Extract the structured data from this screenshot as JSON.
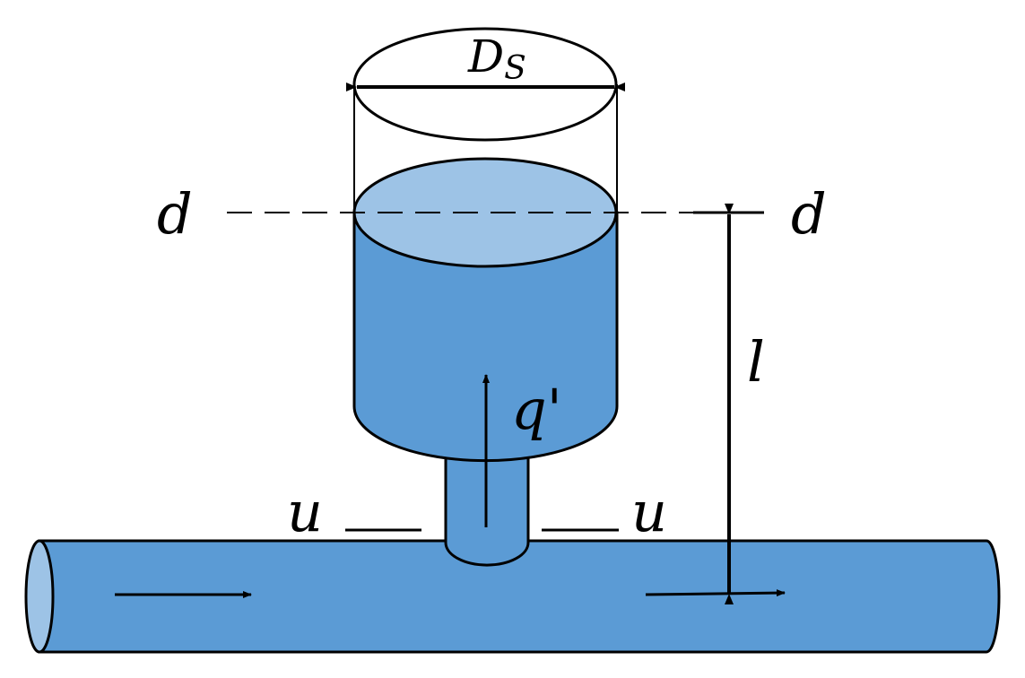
{
  "labels": {
    "diameter_main": "D",
    "diameter_sub": "S",
    "section_d_left": "d",
    "section_d_right": "d",
    "length": "l",
    "flow": "q'",
    "section_u_left": "u",
    "section_u_right": "u"
  },
  "colors": {
    "water": "#5b9bd5",
    "water_surface": "#9dc3e6",
    "outline": "#000000",
    "background": "#ffffff"
  }
}
